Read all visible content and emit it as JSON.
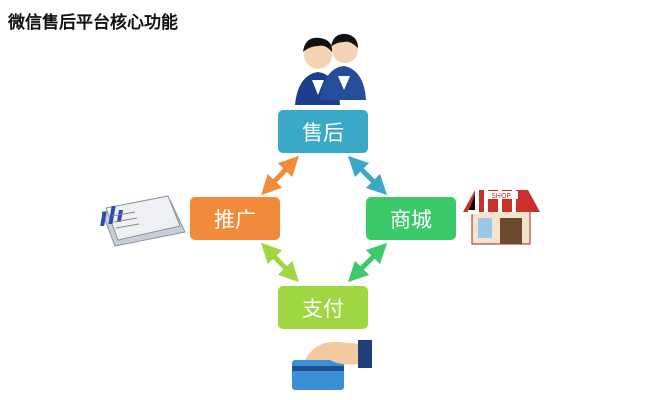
{
  "title": "微信售后平台核心功能",
  "nodes": {
    "after_sales": {
      "label": "售后",
      "color": "#3aa9c8"
    },
    "promotion": {
      "label": "推广",
      "color": "#f28a3c"
    },
    "mall": {
      "label": "商城",
      "color": "#3cc96a"
    },
    "payment": {
      "label": "支付",
      "color": "#9fd641"
    }
  },
  "icons": {
    "shop_sign": "SHOP"
  }
}
